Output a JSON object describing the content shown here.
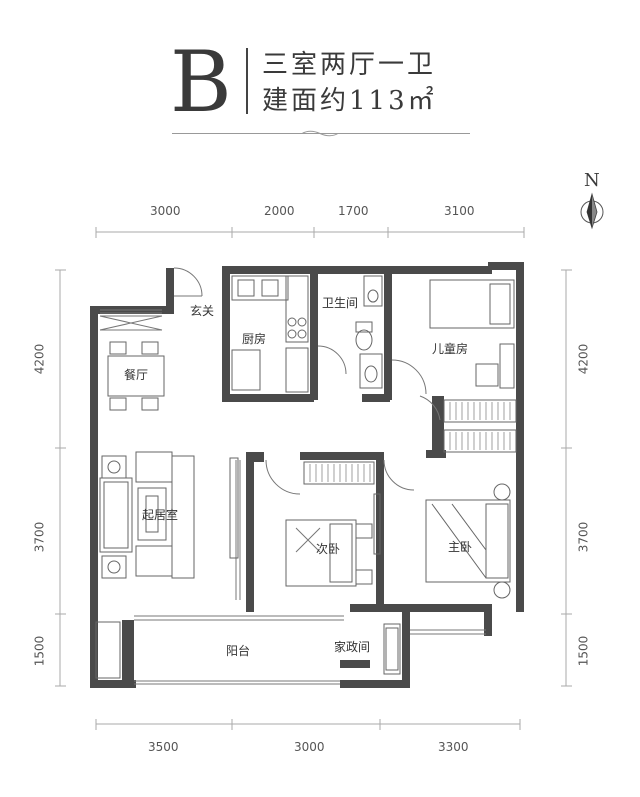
{
  "header": {
    "type_letter": "B",
    "layout": "三室两厅一卫",
    "area": "建面约113㎡"
  },
  "compass": {
    "label": "N"
  },
  "dimensions": {
    "top": [
      "3000",
      "2000",
      "1700",
      "3100"
    ],
    "bottom": [
      "3500",
      "3000",
      "3300"
    ],
    "left": [
      "4200",
      "3700",
      "1500"
    ],
    "right": [
      "4200",
      "3700",
      "1500"
    ]
  },
  "rooms": {
    "entrance": "玄关",
    "kitchen": "厨房",
    "bathroom": "卫生间",
    "kids_room": "儿童房",
    "dining": "餐厅",
    "living": "起居室",
    "second_bedroom": "次卧",
    "master_bedroom": "主卧",
    "balcony": "阳台",
    "utility": "家政间"
  },
  "colors": {
    "wall": "#4a4a4a",
    "line": "#9a9a9a"
  }
}
